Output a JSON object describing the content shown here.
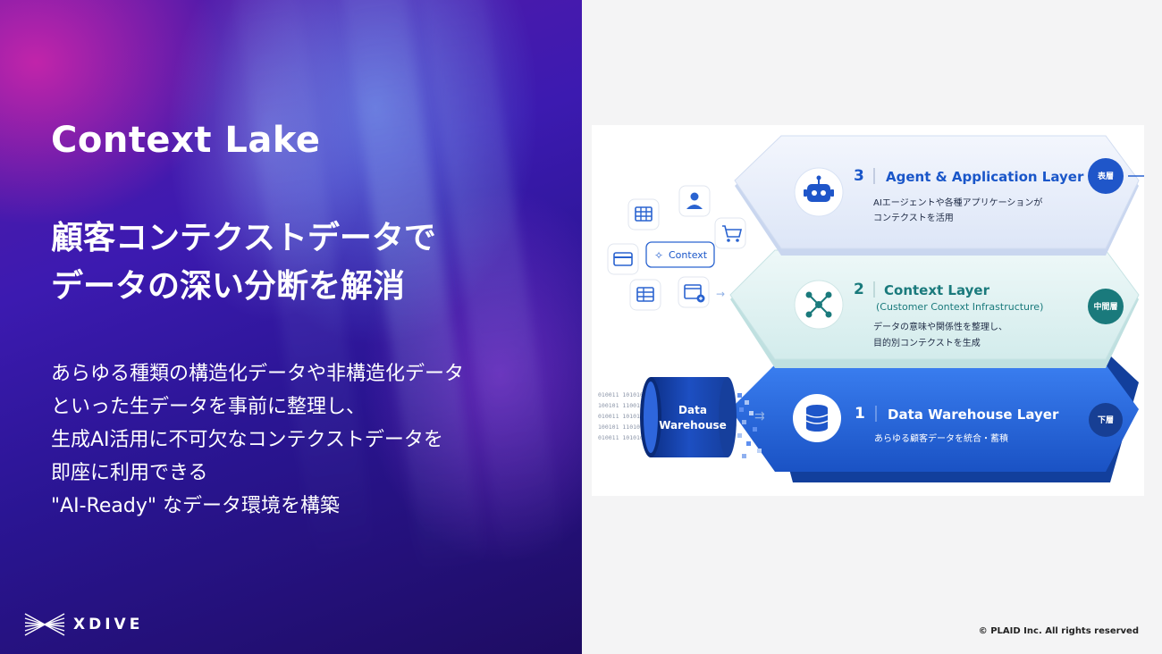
{
  "slide": {
    "title": "Context Lake",
    "headline": [
      "顧客コンテクストデータで",
      "データの深い分断を解消"
    ],
    "body": [
      "あらゆる種類の構造化データや非構造化データ",
      "といった生データを事前に整理し、",
      " 生成AI活用に不可欠なコンテクストデータを",
      "即座に利用できる",
      " \"AI-Ready\" なデータ環境を構築"
    ],
    "logo": "XDIVE",
    "copyright": "© PLAID Inc. All rights reserved"
  },
  "diagram": {
    "context_chip": "Context",
    "data_warehouse_label": [
      "Data",
      "Warehouse"
    ],
    "binary_rows": [
      "010011 101010",
      "100101 110010",
      "010011 101010",
      "100101 110101",
      "010011 101010"
    ],
    "layers": [
      {
        "number": "3",
        "title": "Agent & Application Layer",
        "subtitle": "",
        "description": [
          "AIエージェントや各種アプリケーションが",
          "コンテクストを活用"
        ],
        "badge": "表層",
        "icon": "robot-icon"
      },
      {
        "number": "2",
        "title": "Context Layer",
        "subtitle": "(Customer Context Infrastructure)",
        "description": [
          "データの意味や関係性を整理し、",
          "目的別コンテクストを生成"
        ],
        "badge": "中間層",
        "icon": "network-icon"
      },
      {
        "number": "1",
        "title": "Data Warehouse Layer",
        "subtitle": "",
        "description": [
          "あらゆる顧客データを統合・蓄積"
        ],
        "badge": "下層",
        "icon": "database-icon"
      }
    ],
    "colors": {
      "layer3": "#e4ecfa",
      "layer2": "#dcefef",
      "layer1": "#1f5fd6",
      "accent_blue": "#1a56c9",
      "teal": "#1a7a7c"
    }
  }
}
